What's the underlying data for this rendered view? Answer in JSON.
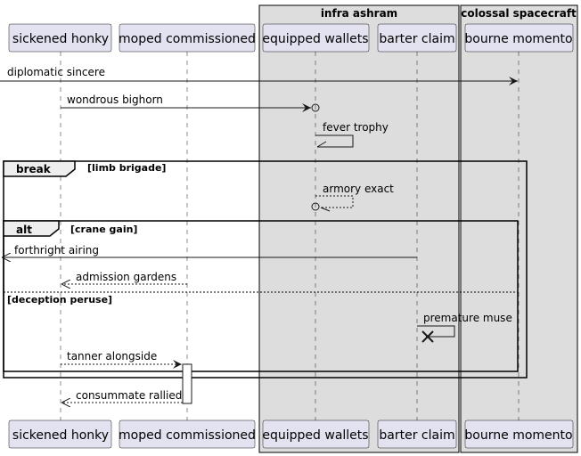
{
  "groups": [
    {
      "label": "infra ashram"
    },
    {
      "label": "colossal spacecraft"
    }
  ],
  "participants": [
    {
      "name": "sickened honky"
    },
    {
      "name": "moped commissioned"
    },
    {
      "name": "equipped wallets"
    },
    {
      "name": "barter claim"
    },
    {
      "name": "bourne momento"
    }
  ],
  "messages": [
    {
      "label": "diplomatic sincere"
    },
    {
      "label": "wondrous bighorn"
    },
    {
      "label": "fever trophy"
    },
    {
      "label": "armory exact"
    },
    {
      "label": "forthright airing"
    },
    {
      "label": "admission gardens"
    },
    {
      "label": "premature muse"
    },
    {
      "label": "tanner alongside"
    },
    {
      "label": "consummate rallied"
    }
  ],
  "fragments": {
    "break": {
      "keyword": "break",
      "guard": "[limb brigade]"
    },
    "alt": {
      "keyword": "alt",
      "guard": "[crane gain]",
      "else_guard": "[deception peruse]"
    }
  }
}
